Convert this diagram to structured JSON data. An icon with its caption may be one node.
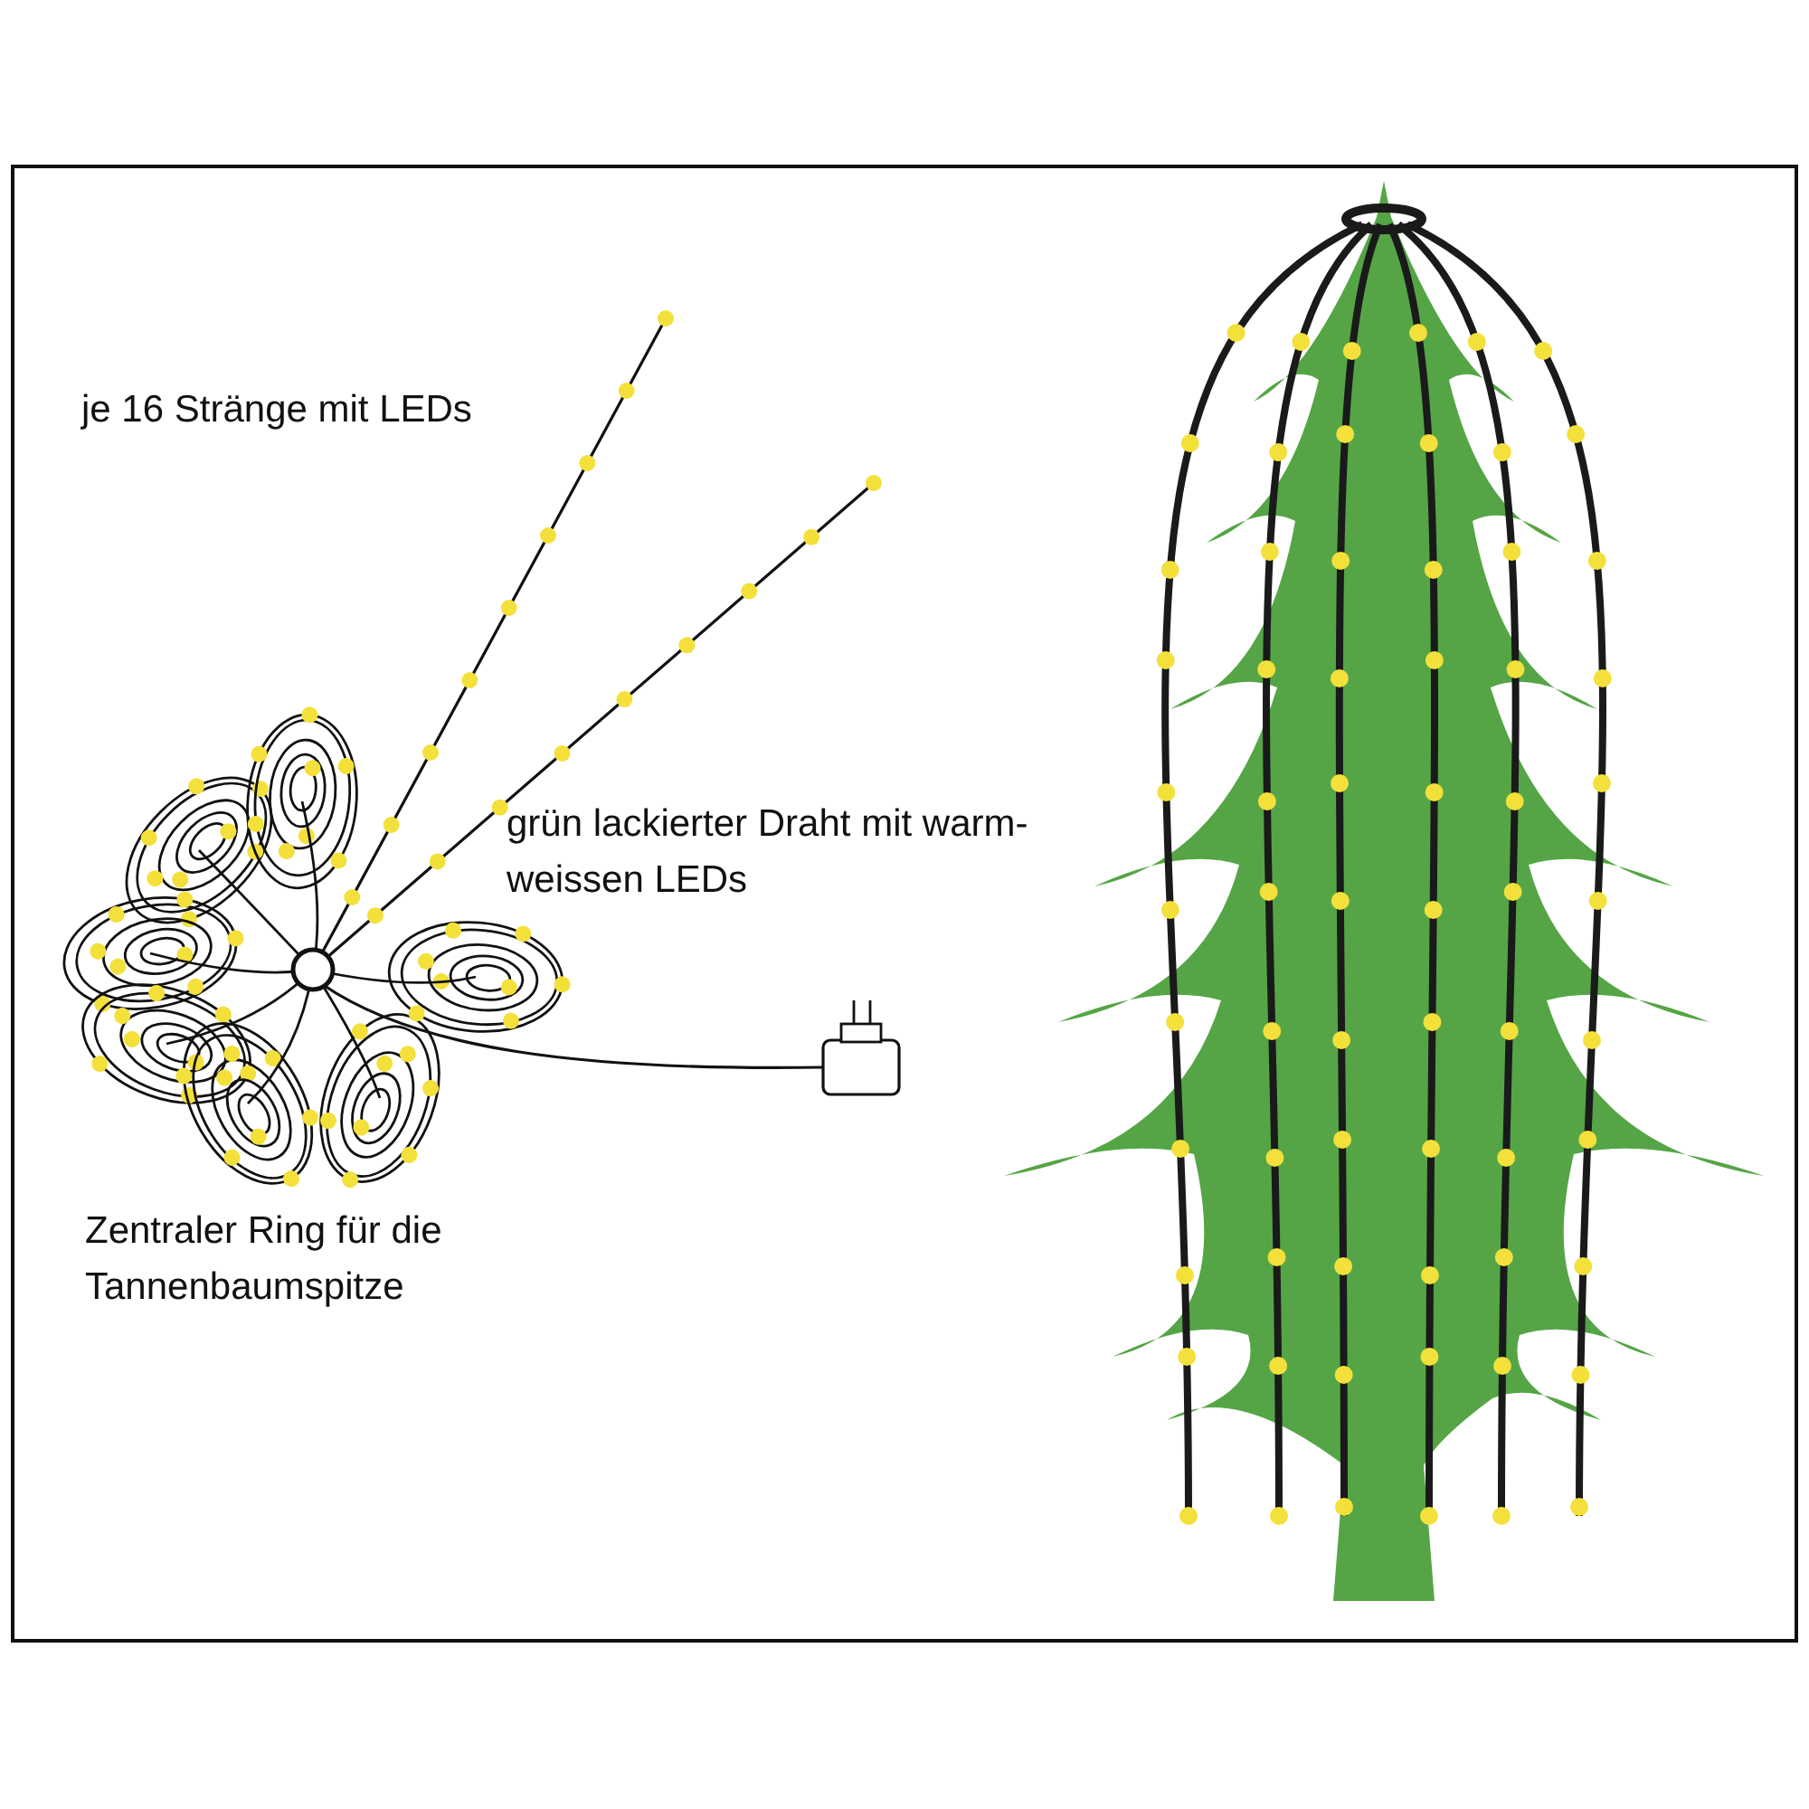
{
  "diagram": {
    "labels": [
      "je 16 Stränge mit LEDs",
      "grün lackierter Draht mit warm-weissen LEDs",
      "Zentraler Ring für die Tannenbaumspitze"
    ]
  }
}
